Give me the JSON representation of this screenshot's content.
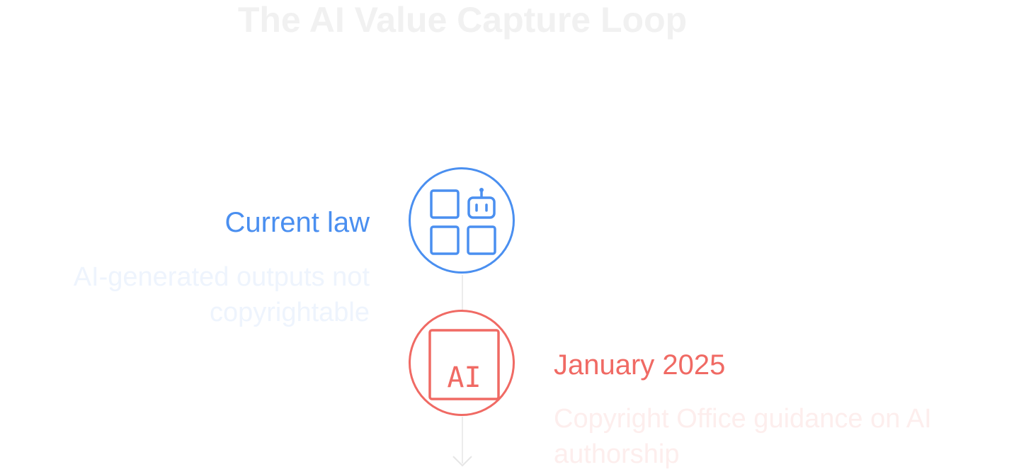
{
  "title": "The AI Value Capture Loop",
  "colors": {
    "step1": "#4a8ff0",
    "step1_desc": "#eef4fd",
    "step2": "#f06a64",
    "step2_desc": "#fdeeed",
    "title": "#f1f1f1",
    "connector": "#ececec"
  },
  "steps": [
    {
      "title": "Current law",
      "description": "AI-generated outputs not copyrightable",
      "icon": "apps-robot-icon"
    },
    {
      "title": "January 2025",
      "description": "Copyright Office guidance on AI authorship",
      "icon": "ai-chip-icon",
      "icon_text": "AI"
    }
  ]
}
